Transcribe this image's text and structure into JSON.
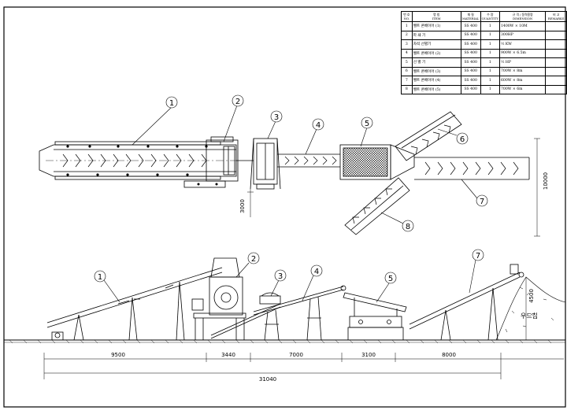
{
  "bom": {
    "headers": {
      "no": [
        "번 호",
        "NO."
      ],
      "name": [
        "명 칭",
        "ITEM"
      ],
      "material": [
        "재 질",
        "MATERIAL"
      ],
      "qty": [
        "수 량",
        "QUANTITY"
      ],
      "spec": [
        "규 격 / 동력용량",
        "DIMENSION"
      ],
      "remark": [
        "비 고",
        "REMARKS"
      ]
    },
    "rows": [
      {
        "no": "1",
        "name": "벨트 콘베이어 (1)",
        "material": "SS 400",
        "qty": "1",
        "spec": "1400W × 10M"
      },
      {
        "no": "2",
        "name": "파 쇄 기",
        "material": "SS 400",
        "qty": "1",
        "spec": "300HP"
      },
      {
        "no": "3",
        "name": "자석 선별기",
        "material": "SS 400",
        "qty": "1",
        "spec": "½ KW"
      },
      {
        "no": "4",
        "name": "벨트 콘베이어 (2)",
        "material": "SS 400",
        "qty": "1",
        "spec": "900W × 6.5m"
      },
      {
        "no": "5",
        "name": "선 별 기",
        "material": "SS 400",
        "qty": "1",
        "spec": "½ HP"
      },
      {
        "no": "6",
        "name": "벨트 콘베이어 (3)",
        "material": "SS 400",
        "qty": "1",
        "spec": "700W × 8m"
      },
      {
        "no": "7",
        "name": "벨트 콘베이어 (4)",
        "material": "SS 400",
        "qty": "1",
        "spec": "600W × 8m"
      },
      {
        "no": "8",
        "name": "벨트 콘베이어 (5)",
        "material": "SS 400",
        "qty": "1",
        "spec": "700W × 6m"
      }
    ]
  },
  "plan_balloons": [
    "1",
    "2",
    "3",
    "4",
    "5",
    "6",
    "7",
    "8"
  ],
  "elev_balloons": [
    "1",
    "2",
    "3",
    "4",
    "5",
    "7"
  ],
  "dims": {
    "plan_vertical": "3000",
    "plan_right": "10000",
    "elev_height": "4500",
    "segments": [
      "9500",
      "3440",
      "7000",
      "3100",
      "8000"
    ],
    "total": "31040"
  },
  "stockpile_label": "우드칩"
}
